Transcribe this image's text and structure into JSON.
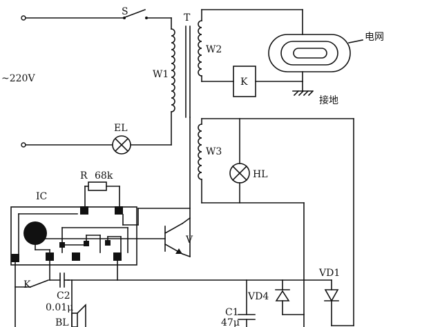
{
  "labels": {
    "switch_s": "S",
    "transformer_t": "T",
    "winding_w1": "W1",
    "winding_w2": "W2",
    "winding_w3": "W3",
    "mains_voltage": "~220V",
    "lamp_el": "EL",
    "relay_k": "K",
    "grid": "电网",
    "ground": "接地",
    "lamp_hl": "HL",
    "resistor_r": "R",
    "resistor_value": "68k",
    "ic": "IC",
    "transistor_v": "V",
    "switch_k": "K",
    "cap_c2": "C2",
    "cap_c2_value": "0.01μ",
    "speaker_bl": "BL",
    "cap_c1": "C1",
    "cap_c1_value": "47μ",
    "diode_vd4": "VD4",
    "diode_vd1": "VD1"
  },
  "colors": {
    "ink": "#111111",
    "paper": "#ffffff"
  }
}
